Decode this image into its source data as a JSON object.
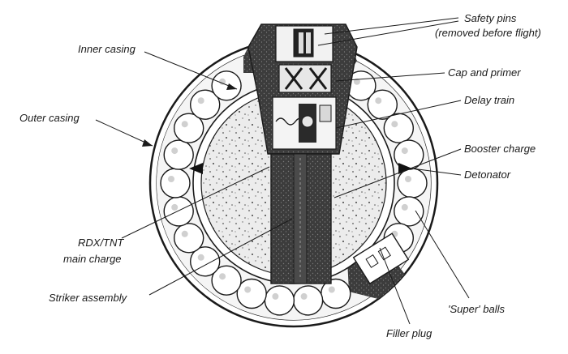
{
  "labels": {
    "safety_pins_line1": "Safety pins",
    "safety_pins_line2": "(removed before flight)",
    "inner_casing": "Inner casing",
    "cap_and_primer": "Cap and primer",
    "outer_casing": "Outer casing",
    "delay_train": "Delay train",
    "booster_charge": "Booster charge",
    "detonator": "Detonator",
    "main_charge_line1": "RDX/TNT",
    "main_charge_line2": "main charge",
    "striker_assembly": "Striker assembly",
    "super_balls": "'Super' balls",
    "filler_plug": "Filler plug"
  },
  "colors": {
    "ink": "#1a1a1a",
    "shell_shade": "#3a3a3a",
    "charge_fill": "#e9e9e9",
    "paper": "#ffffff"
  }
}
